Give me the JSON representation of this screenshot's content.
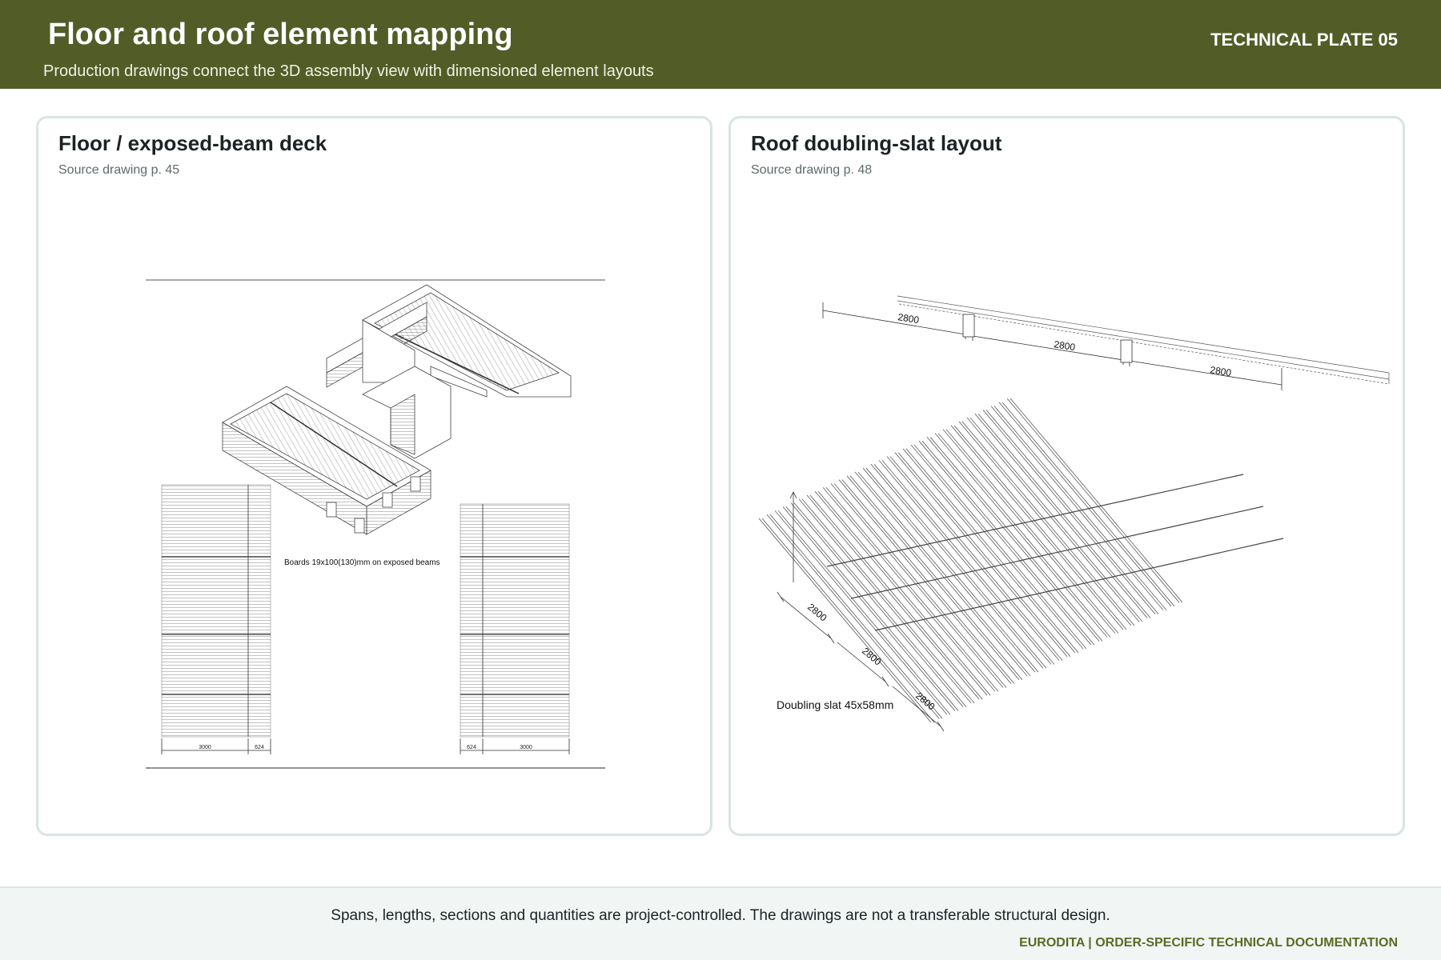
{
  "header": {
    "title": "Floor and roof element mapping",
    "subtitle": "Production drawings connect the 3D assembly view with dimensioned element layouts",
    "plate": "TECHNICAL PLATE 05"
  },
  "panels": [
    {
      "title": "Floor / exposed-beam deck",
      "source": "Source drawing p. 45",
      "annotation": "Boards 19x100(130)mm on exposed beams",
      "dims_left": [
        "3000",
        "624"
      ],
      "dims_right": [
        "624",
        "3000"
      ]
    },
    {
      "title": "Roof doubling-slat layout",
      "source": "Source drawing p. 48",
      "annotation": "Doubling slat 45x58mm",
      "dims_top": [
        "2800",
        "2800",
        "2800"
      ],
      "dims_side": [
        "2800",
        "2800",
        "2800"
      ]
    }
  ],
  "footer": {
    "note": "Spans, lengths, sections and quantities are project-controlled. The drawings are not a transferable structural design.",
    "brand": "EURODITA | ORDER-SPECIFIC TECHNICAL DOCUMENTATION"
  }
}
